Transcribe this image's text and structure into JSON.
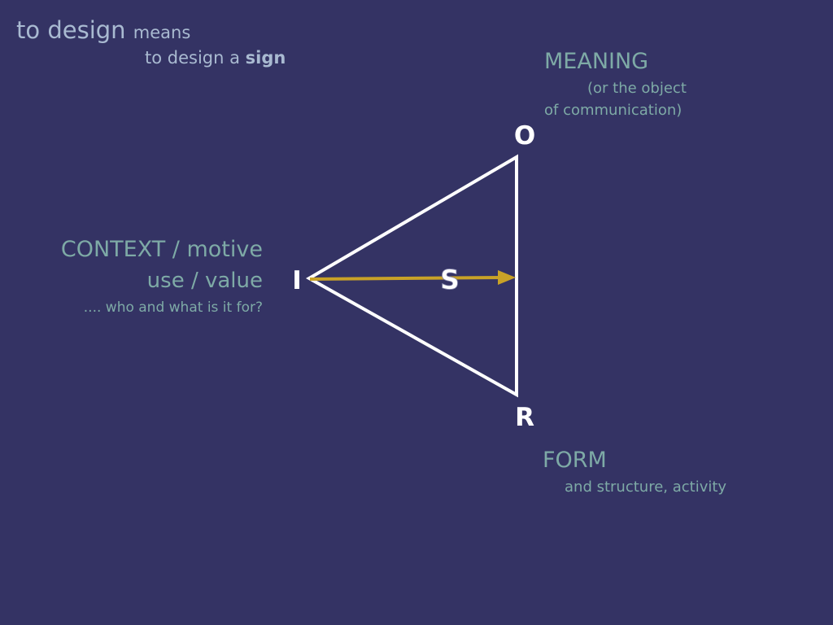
{
  "title": {
    "line1_main": "to design",
    "line1_tail": "means",
    "line2_main": "to design a",
    "line2_bold": "sign"
  },
  "meaning": {
    "label": "MEANING",
    "sub1": "(or the object",
    "sub2": "of communication)"
  },
  "context": {
    "label": "CONTEXT / motive",
    "sub1": "use / value",
    "sub2": ".... who and what is it for?"
  },
  "form": {
    "label": "FORM",
    "sub": "and structure, activity"
  },
  "nodes": {
    "o": "O",
    "i": "I",
    "r": "R",
    "s": "S"
  },
  "colors": {
    "background": "#343364",
    "title_text": "#a9bad1",
    "label_text": "#7eaaa6",
    "triangle": "#ffffff",
    "arrow": "#c9a227"
  }
}
